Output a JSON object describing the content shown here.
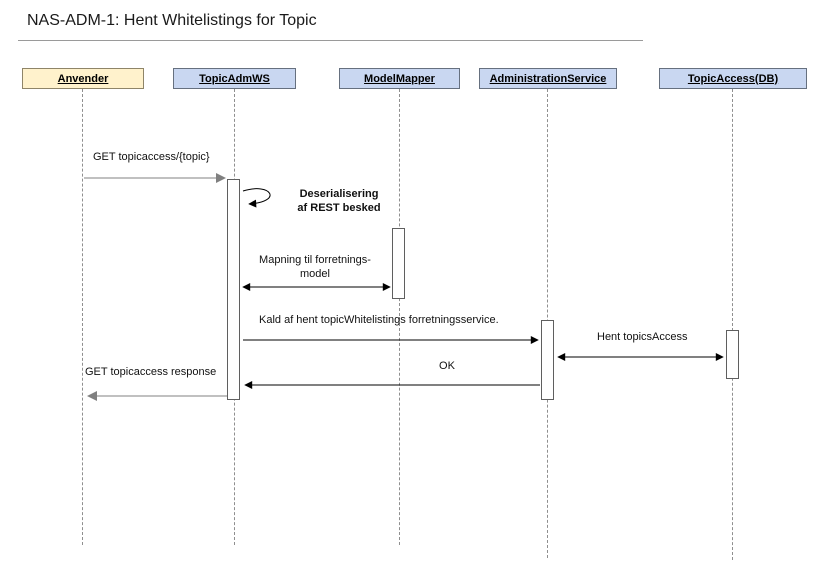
{
  "title": "NAS-ADM-1: Hent Whitelistings for Topic",
  "actors": [
    {
      "name": "Anvender"
    },
    {
      "name": "TopicAdmWS"
    },
    {
      "name": "ModelMapper"
    },
    {
      "name": "AdministrationService"
    },
    {
      "name": "TopicAccess(DB)"
    }
  ],
  "messages": {
    "m1": "GET topicaccess/{topic}",
    "self1": "Deserialisering",
    "self2": "af REST besked",
    "m3a": "Mapning til forretnings-",
    "m3b": "model",
    "m4": "Kald af hent topicWhitelistings forretningsservice.",
    "m5": "Hent topicsAccess",
    "m6": "OK",
    "m7": "GET topicaccess response"
  },
  "colors": {
    "actor_user_fill": "#FFF2CC",
    "actor_service_fill": "#C9D7F1",
    "lifeline": "#8F8F8F",
    "arrow_primary": "#000000",
    "arrow_secondary": "#808080"
  }
}
